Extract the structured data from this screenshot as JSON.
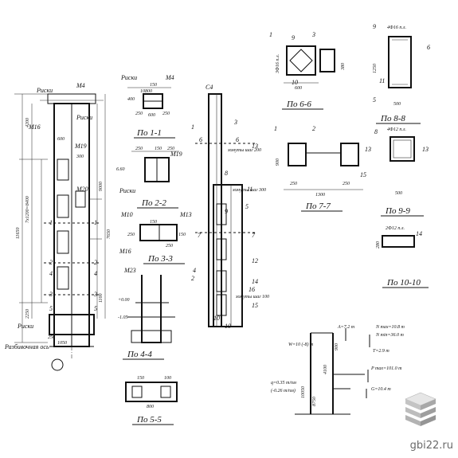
{
  "elevation": {
    "marks": [
      "Риски",
      "М4",
      "М16",
      "М19",
      "М20",
      "Риски",
      "Риски",
      "Разбивочная ось",
      "1",
      "1",
      "2",
      "2",
      "3",
      "3",
      "4",
      "4",
      "5",
      "5"
    ],
    "dims": [
      "11650",
      "7х1200=8400",
      "4200",
      "2250",
      "1050",
      "250",
      "300",
      "1100",
      "7650",
      "9000",
      "600",
      "10800"
    ]
  },
  "column_side": {
    "marks": [
      "С4",
      "6",
      "6",
      "7",
      "7",
      "10",
      "10",
      "1",
      "2",
      "3",
      "4",
      "5",
      "8",
      "9",
      "11",
      "12",
      "13",
      "14",
      "15",
      "16"
    ],
    "texts": [
      "хомуты шаг 200",
      "хомуты шаг 300",
      "хомуты шаг 100"
    ]
  },
  "sections": [
    {
      "title": "По 1-1",
      "dims": [
        "150",
        "400",
        "600",
        "250",
        "250"
      ],
      "marks": [
        "Риски",
        "М4"
      ]
    },
    {
      "title": "По 2-2",
      "dims": [
        "250",
        "150",
        "250",
        "6.60"
      ],
      "marks": [
        "М19",
        "Риски"
      ]
    },
    {
      "title": "По 3-3",
      "dims": [
        "150",
        "250",
        "150",
        "250"
      ],
      "marks": [
        "М10",
        "М13",
        "М16"
      ]
    },
    {
      "title": "По 4-4",
      "dims": [
        "+0.00",
        "-1.05"
      ],
      "marks": [
        "М23"
      ]
    },
    {
      "title": "По 5-5",
      "dims": [
        "150",
        "800",
        "100"
      ],
      "marks": []
    },
    {
      "title": "По 6-6",
      "dims": [
        "600",
        "380",
        "3Ф16 п.л."
      ],
      "marks": [
        "1",
        "9",
        "3",
        "10"
      ]
    },
    {
      "title": "По 7-7",
      "dims": [
        "1300",
        "250",
        "250",
        "900"
      ],
      "marks": [
        "1",
        "2",
        "13",
        "15"
      ]
    },
    {
      "title": "По 8-8",
      "dims": [
        "4Ф16 п.л.",
        "500",
        "1250"
      ],
      "marks": [
        "9",
        "6",
        "11",
        "5"
      ]
    },
    {
      "title": "По 9-9",
      "dims": [
        "4Ф12 п.л.",
        "500"
      ],
      "marks": [
        "8",
        "13"
      ]
    },
    {
      "title": "По 10-10",
      "dims": [
        "2Ф12 п.л.",
        "280"
      ],
      "marks": [
        "14"
      ]
    }
  ],
  "load_scheme": {
    "labels": [
      "W=10 (-8) т",
      "A=7.2 т",
      "N max=10.8 т",
      "N min=36.0 т",
      "T=2.9 т",
      "P max=101.0 т",
      "G=10.4 т",
      "q=0.35 т/пм",
      "(-0.26 т/пм)"
    ],
    "dims": [
      "10050",
      "8750",
      "4100",
      "900"
    ]
  },
  "watermark": {
    "text": "gbi22.ru"
  }
}
